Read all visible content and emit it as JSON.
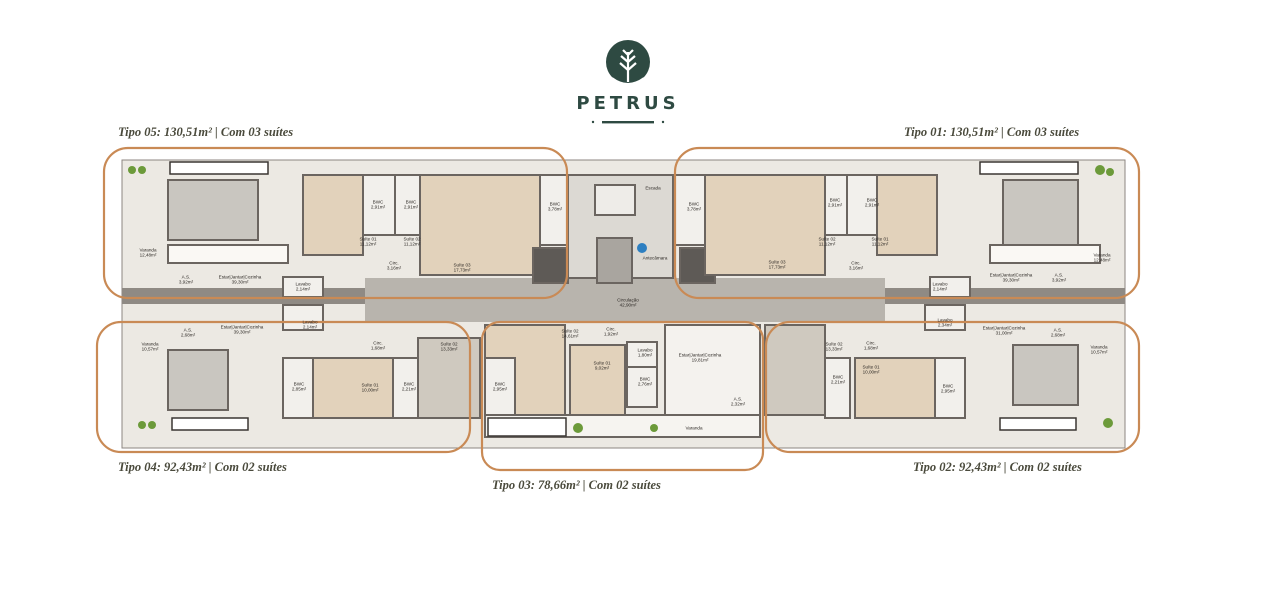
{
  "logo": {
    "text": "PETRUS",
    "color": "#2e4a42"
  },
  "accent_color": "#c98a55",
  "units": [
    {
      "title": "Tipo 05: 130,51m² | Com 03 suítes"
    },
    {
      "title": "Tipo 01: 130,51m² | Com 03 suítes"
    },
    {
      "title": "Tipo 04: 92,43m² | Com 02 suítes"
    },
    {
      "title": "Tipo 03: 78,66m² | Com 02 suítes"
    },
    {
      "title": "Tipo 02: 92,43m² | Com 02 suítes"
    }
  ],
  "rooms": [
    {
      "name": "Varanda",
      "area": "12,48m²"
    },
    {
      "name": "A.S.",
      "area": "3,92m²"
    },
    {
      "name": "Estar|Jantar|Cozinha",
      "area": "39,30m²"
    },
    {
      "name": "Lavabo",
      "area": "2,14m²"
    },
    {
      "name": "Suíte 01",
      "area": "11,12m²"
    },
    {
      "name": "BWC",
      "area": "2,91m²"
    },
    {
      "name": "BWC",
      "area": "2,91m²"
    },
    {
      "name": "Suíte 02",
      "area": "11,12m²"
    },
    {
      "name": "Circ.",
      "area": "3,16m²"
    },
    {
      "name": "Suíte 03",
      "area": "17,73m²"
    },
    {
      "name": "BWC",
      "area": "3,78m²"
    },
    {
      "name": "Escada",
      "area": ""
    },
    {
      "name": "Antecâmara",
      "area": ""
    },
    {
      "name": "Circulação",
      "area": "42,90m²"
    },
    {
      "name": "BWC",
      "area": "3,78m²"
    },
    {
      "name": "Suíte 03",
      "area": "17,73m²"
    },
    {
      "name": "Suíte 02",
      "area": "11,12m²"
    },
    {
      "name": "BWC",
      "area": "2,91m²"
    },
    {
      "name": "BWC",
      "area": "2,91m²"
    },
    {
      "name": "Suíte 01",
      "area": "11,12m²"
    },
    {
      "name": "Circ.",
      "area": "3,16m²"
    },
    {
      "name": "Estar|Jantar|Cozinha",
      "area": "39,30m²"
    },
    {
      "name": "A.S.",
      "area": "3,92m²"
    },
    {
      "name": "Lavabo",
      "area": "2,14m²"
    },
    {
      "name": "Varanda",
      "area": "12,48m²"
    },
    {
      "name": "A.S.",
      "area": "2,68m²"
    },
    {
      "name": "Estar|Jantar|Cozinha",
      "area": "39,30m²"
    },
    {
      "name": "Lavabo",
      "area": "2,14m²"
    },
    {
      "name": "Varanda",
      "area": "10,57m²"
    },
    {
      "name": "Circ.",
      "area": "1,68m²"
    },
    {
      "name": "Suíte 02",
      "area": "13,33m²"
    },
    {
      "name": "BWC",
      "area": "2,85m²"
    },
    {
      "name": "Suíte 01",
      "area": "10,00m²"
    },
    {
      "name": "BWC",
      "area": "2,21m²"
    },
    {
      "name": "Suíte 02",
      "area": "14,61m²"
    },
    {
      "name": "Circ.",
      "area": "1,92m²"
    },
    {
      "name": "Lavabo",
      "area": "1,80m²"
    },
    {
      "name": "Suíte 01",
      "area": "9,02m²"
    },
    {
      "name": "BWC",
      "area": "2,95m²"
    },
    {
      "name": "BWC",
      "area": "2,76m²"
    },
    {
      "name": "Estar|Jantar|Cozinha",
      "area": "19,81m²"
    },
    {
      "name": "A.S.",
      "area": "2,32m²"
    },
    {
      "name": "Varanda",
      "area": ""
    },
    {
      "name": "Lavabo",
      "area": "2,34m²"
    },
    {
      "name": "Estar|Jantar|Cozinha",
      "area": "31,00m²"
    },
    {
      "name": "A.S.",
      "area": "2,68m²"
    },
    {
      "name": "Varanda",
      "area": "10,57m²"
    },
    {
      "name": "Suíte 02",
      "area": "13,33m²"
    },
    {
      "name": "Circ.",
      "area": "1,68m²"
    },
    {
      "name": "Suíte 01",
      "area": "10,00m²"
    },
    {
      "name": "BWC",
      "area": "2,21m²"
    },
    {
      "name": "BWC",
      "area": "2,95m²"
    }
  ]
}
